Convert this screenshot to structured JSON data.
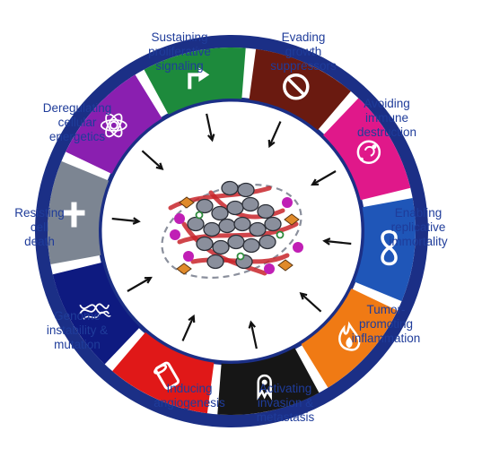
{
  "colors": {
    "ring_outline": "#1b2f86",
    "label_text": "#1f3c9a",
    "cell_gray": "#8a8f9c",
    "cell_pink": "#c01fb5",
    "cell_red": "#c8242a",
    "cell_orange": "#e08a2a"
  },
  "hallmarks": [
    {
      "id": "sustaining-proliferative-signaling",
      "lines": [
        "Sustaining",
        "proliferative",
        "signaling"
      ],
      "color": "#1d8a3c",
      "icon": "arrow-up-right-icon"
    },
    {
      "id": "evading-growth-suppressors",
      "lines": [
        "Evading",
        "growth",
        "suppressors"
      ],
      "color": "#6a1a10",
      "icon": "prohibition-icon"
    },
    {
      "id": "avoiding-immune-destruction",
      "lines": [
        "Avoiding",
        "immune",
        "destruction"
      ],
      "color": "#e0188a",
      "icon": "immune-cell-icon"
    },
    {
      "id": "enabling-replicative-immortality",
      "lines": [
        "Enabling",
        "replicative",
        "immortality"
      ],
      "color": "#1f56b8",
      "icon": "infinity-icon"
    },
    {
      "id": "tumor-promoting-inflammation",
      "lines": [
        "Tumor-",
        "promoting",
        "inflammation"
      ],
      "color": "#f07a14",
      "icon": "flame-icon"
    },
    {
      "id": "activating-invasion-metastasis",
      "lines": [
        "Activating",
        "invasion &",
        "metastasis"
      ],
      "color": "#161616",
      "icon": "invading-cell-icon"
    },
    {
      "id": "inducing-angiogenesis",
      "lines": [
        "Inducing",
        "angiogenesis"
      ],
      "color": "#e01818",
      "icon": "blood-vessel-icon"
    },
    {
      "id": "genome-instability-mutation",
      "lines": [
        "Genome",
        "instability &",
        "mutation"
      ],
      "color": "#0e1a80",
      "icon": "dna-icon"
    },
    {
      "id": "resisting-cell-death",
      "lines": [
        "Resisting",
        "cell",
        "death"
      ],
      "color": "#7c8592",
      "icon": "cross-icon"
    },
    {
      "id": "deregulating-cellular-energetics",
      "lines": [
        "Deregulating",
        "cellular",
        "energetics"
      ],
      "color": "#8a1fb0",
      "icon": "atom-icon"
    }
  ]
}
